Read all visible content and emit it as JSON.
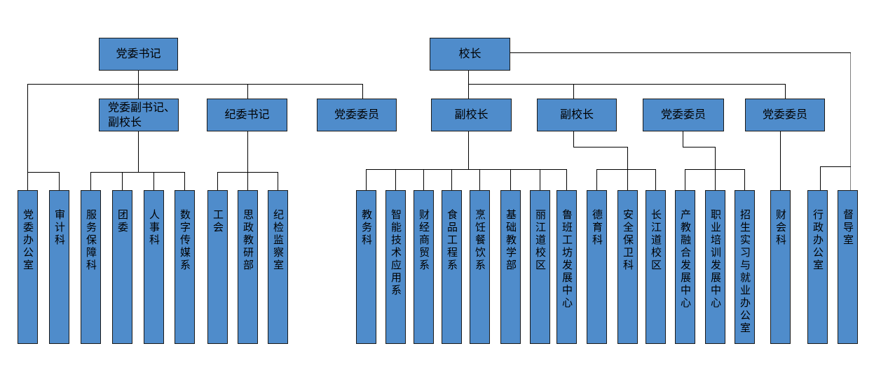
{
  "org": {
    "top": [
      "党委书记",
      "校长"
    ],
    "mid": [
      "党委副书记、副校长",
      "纪委书记",
      "党委委员",
      "副校长",
      "副校长",
      "党委委员",
      "党委委员"
    ],
    "bottom": [
      "党委办公室",
      "审计科",
      "服务保障科",
      "团委",
      "人事科",
      "数字传媒系",
      "工会",
      "思政教研部",
      "纪检监察室",
      "教务科",
      "智能技术应用系",
      "财经商贸系",
      "食品工程系",
      "烹饪餐饮系",
      "基础教学部",
      "丽江道校区",
      "鲁班工坊发展中心",
      "德育科",
      "安全保卫科",
      "长江道校区",
      "产教融合发展中心",
      "职业培训发展中心",
      "招生实习与就业办公室",
      "财会科",
      "行政办公室",
      "督导室"
    ]
  },
  "colors": {
    "background": "#FFFFFF",
    "box_fill": "#4F8CCB",
    "box_border": "#1A1A1A",
    "connector": "#000000",
    "connector_gray": "#808080"
  }
}
